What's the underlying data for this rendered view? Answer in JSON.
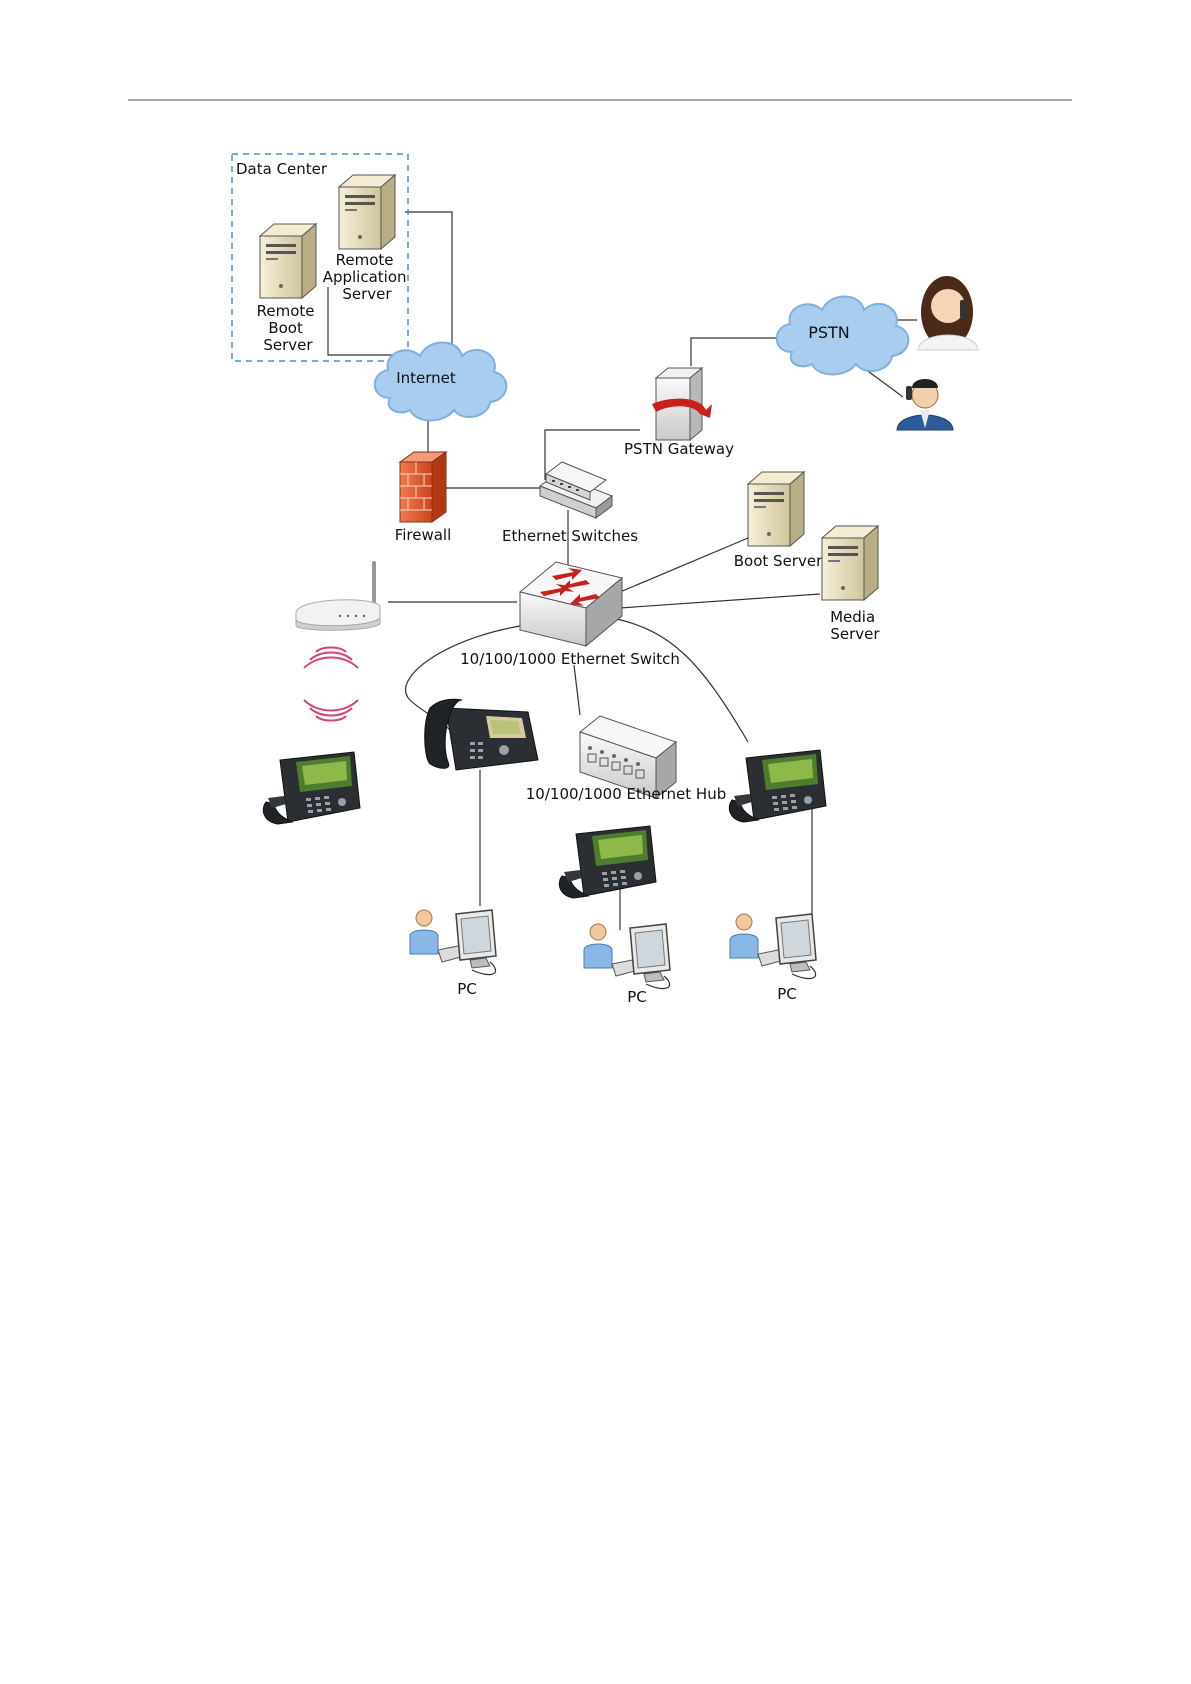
{
  "labels": {
    "data_center": "Data Center",
    "remote_app_server": [
      "Remote",
      "Application",
      "Server"
    ],
    "remote_boot_server": [
      "Remote",
      "Boot",
      "Server"
    ],
    "internet": "Internet",
    "pstn": "PSTN",
    "pstn_gateway": "PSTN Gateway",
    "firewall": "Firewall",
    "ethernet_switches": "Ethernet Switches",
    "boot_server": "Boot Server",
    "media_server": [
      "Media",
      "Server"
    ],
    "main_switch": "10/100/1000 Ethernet Switch",
    "ethernet_hub": "10/100/1000 Ethernet Hub",
    "pc_left": "PC",
    "pc_middle": "PC",
    "pc_right": "PC"
  },
  "colors": {
    "cloud_fill": "#a9cdee",
    "cloud_stroke": "#7fb0de",
    "firewall": "#e2592f",
    "server_body": "#ece3c2",
    "arrow_red": "#c8201c",
    "wifi": "#d4456b",
    "phone": "#2b2f33",
    "dashed_box": "#4f8fc8",
    "link_line": "#333333"
  },
  "icons": {
    "server": "server-tower-icon",
    "cloud": "cloud-icon",
    "firewall": "brick-firewall-icon",
    "switch": "network-switch-icon",
    "hub": "network-hub-icon",
    "router": "wireless-router-icon",
    "phone": "ip-phone-icon",
    "pc": "user-workstation-icon",
    "person": "caller-person-icon"
  }
}
